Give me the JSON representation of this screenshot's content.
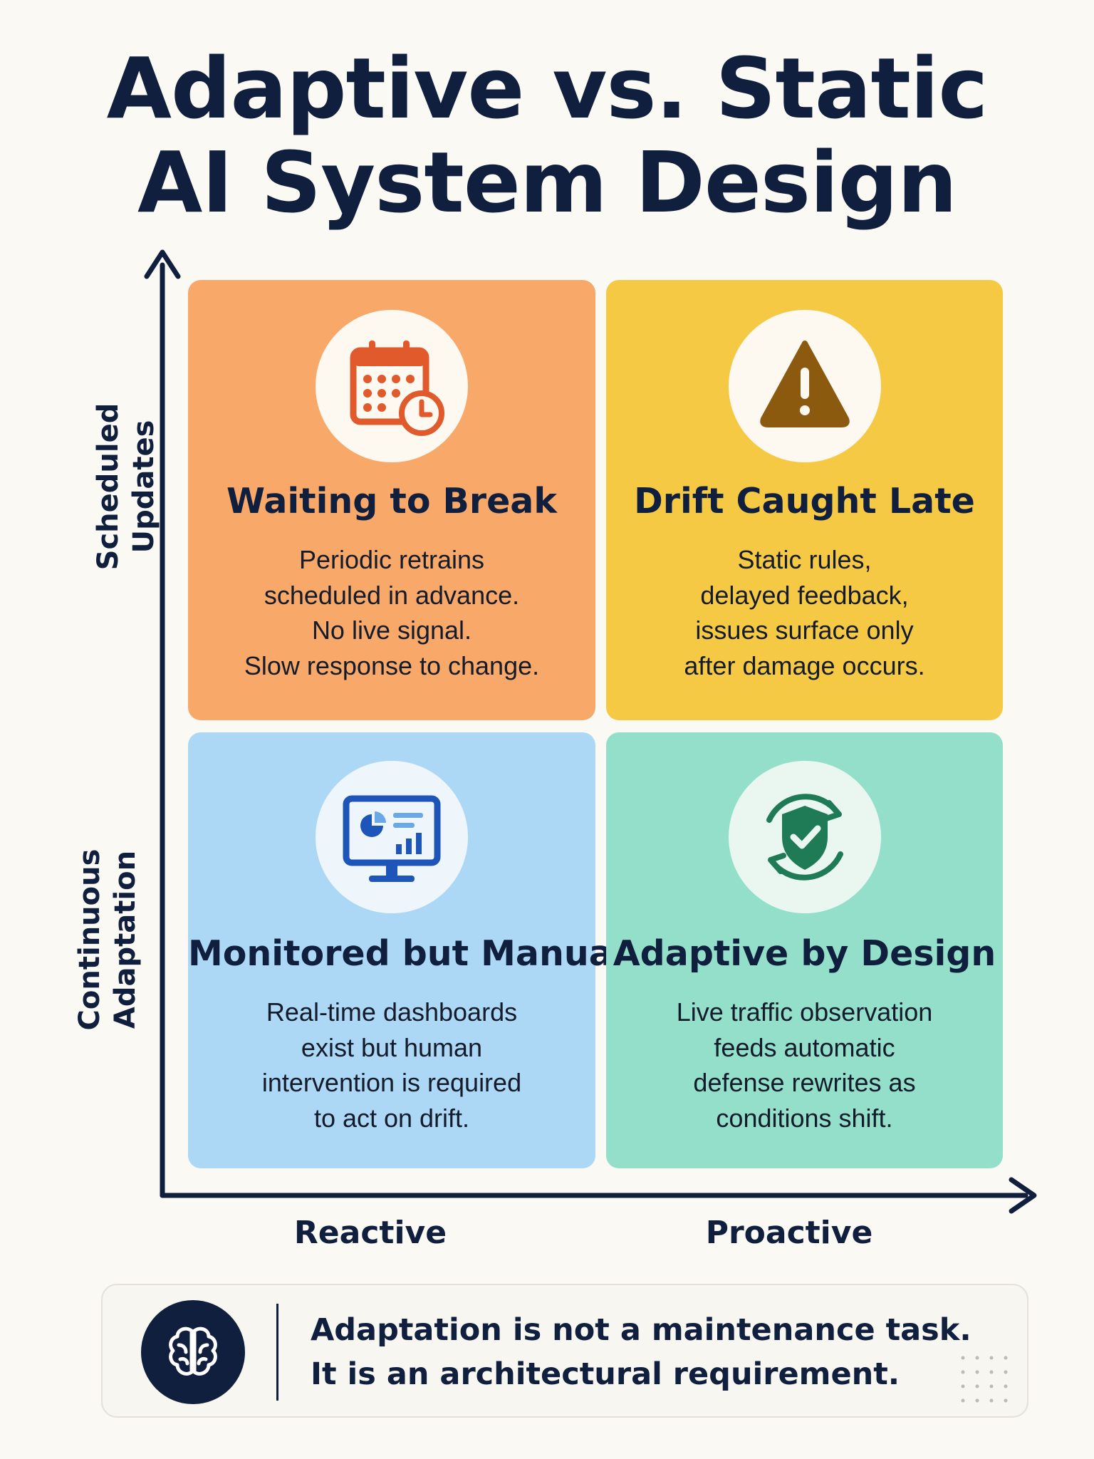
{
  "title": {
    "line1": "Adaptive vs. Static",
    "line2": "AI System Design"
  },
  "axes": {
    "y_top": {
      "line1": "Scheduled",
      "line2": "Updates"
    },
    "y_bottom": {
      "line1": "Continuous",
      "line2": "Adaptation"
    },
    "x_left": "Reactive",
    "x_right": "Proactive"
  },
  "quadrants": {
    "top_left": {
      "title": "Waiting to Break",
      "icon": "calendar-clock-icon",
      "color": "#f8a868",
      "lines": [
        "Periodic retrains",
        "scheduled in advance.",
        "No live signal.",
        "Slow response to change."
      ]
    },
    "top_right": {
      "title": "Drift Caught Late",
      "icon": "warning-icon",
      "color": "#f6c945",
      "lines": [
        "Static rules,",
        "delayed feedback,",
        "issues surface only",
        "after damage occurs."
      ]
    },
    "bottom_left": {
      "title": "Monitored but Manual",
      "icon": "monitor-dashboard-icon",
      "color": "#acd8f6",
      "lines": [
        "Real-time dashboards",
        "exist but human",
        "intervention is required",
        "to act on drift."
      ]
    },
    "bottom_right": {
      "title": "Adaptive by Design",
      "icon": "shield-refresh-icon",
      "color": "#93dfca",
      "lines": [
        "Live traffic observation",
        "feeds automatic",
        "defense rewrites as",
        "conditions shift."
      ]
    }
  },
  "footer": {
    "icon": "brain-icon",
    "line1": "Adaptation is not a maintenance task.",
    "line2": "It is an architectural requirement."
  }
}
